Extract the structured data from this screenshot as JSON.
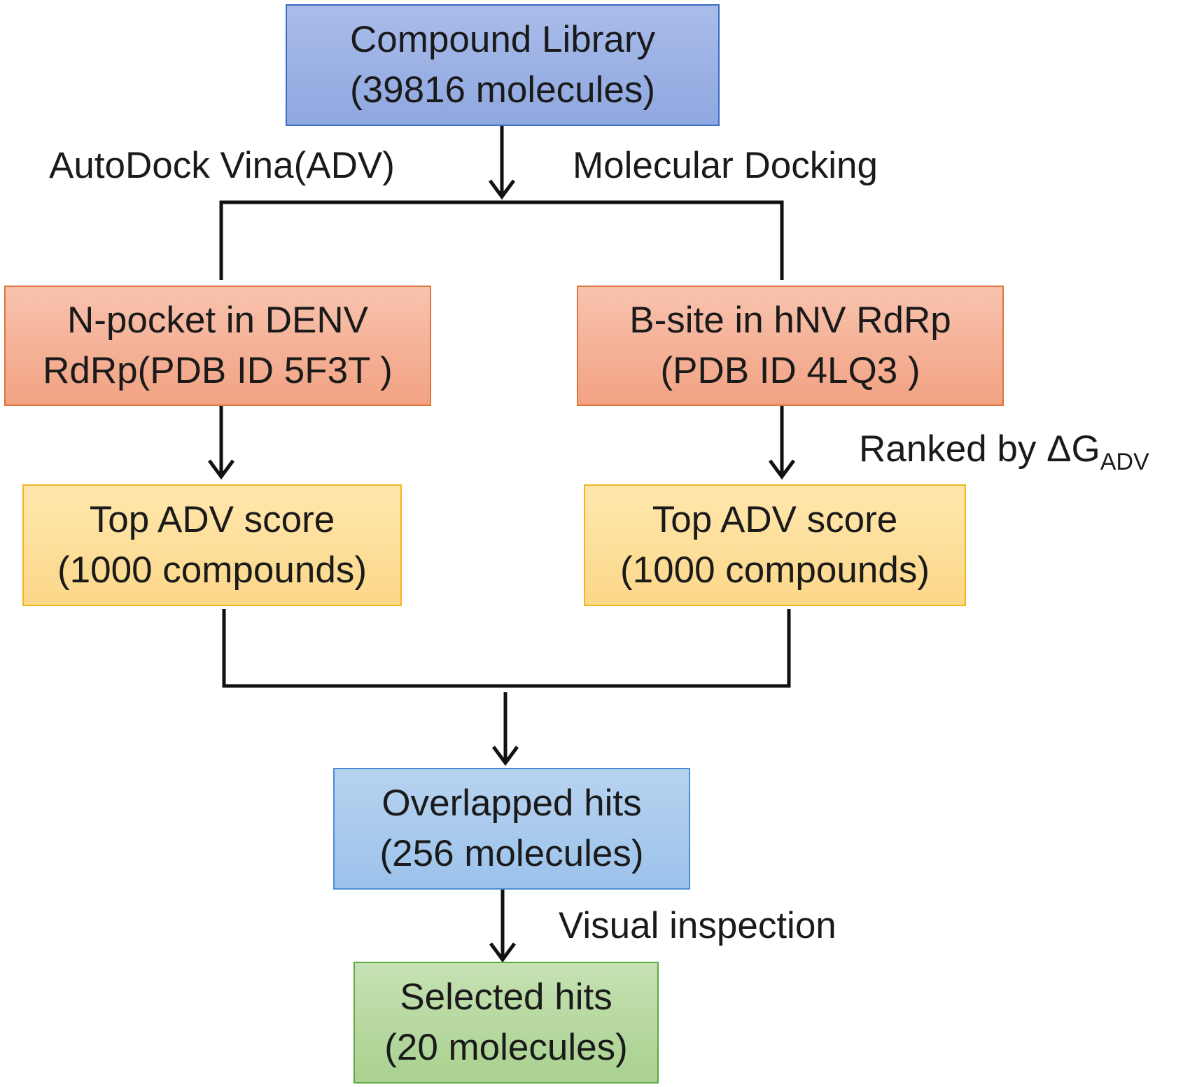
{
  "nodes": {
    "library": {
      "line1": "Compound Library",
      "line2": "(39816 molecules)",
      "color": "#93abe2"
    },
    "denv_site": {
      "line1": "N-pocket in DENV",
      "line2": "RdRp(PDB ID 5F3T )",
      "color": "#f4ab8c"
    },
    "hnv_site": {
      "line1": "B-site in hNV RdRp",
      "line2": "(PDB ID 4LQ3 )",
      "color": "#f4ab8c"
    },
    "denv_top": {
      "line1": "Top ADV score",
      "line2": "(1000 compounds)",
      "color": "#fcda90"
    },
    "hnv_top": {
      "line1": "Top ADV score",
      "line2": "(1000 compounds)",
      "color": "#fcda90"
    },
    "overlap": {
      "line1": "Overlapped hits",
      "line2": "(256 molecules)",
      "color": "#a1c5ec"
    },
    "selected": {
      "line1": "Selected hits",
      "line2": "(20 molecules)",
      "color": "#aed394"
    }
  },
  "labels": {
    "autodock": "AutoDock Vina(ADV)",
    "docking": "Molecular Docking",
    "ranked_main": "Ranked by ΔG",
    "ranked_sub": "ADV",
    "visual": "Visual inspection"
  },
  "colors": {
    "connector": "#111111"
  }
}
